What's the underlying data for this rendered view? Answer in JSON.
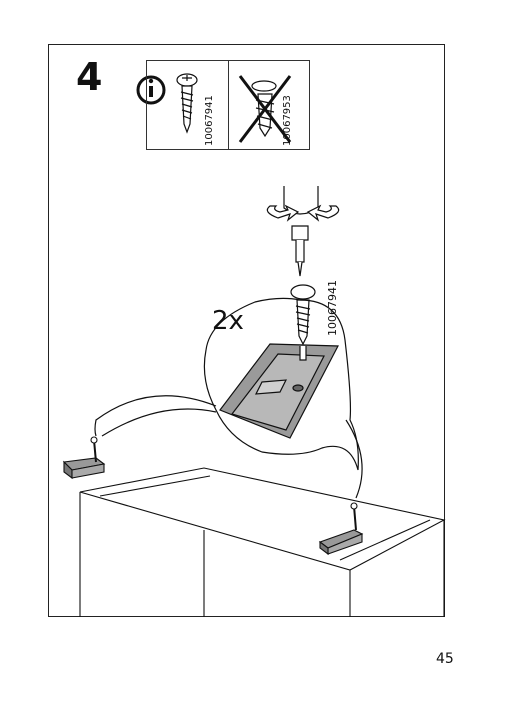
{
  "step": {
    "number": "4"
  },
  "info_box": {
    "allowed_part": "10067941",
    "forbidden_part": "10067953"
  },
  "detail": {
    "quantity": "2x",
    "part_number": "10067941"
  },
  "page": {
    "number": "45"
  }
}
